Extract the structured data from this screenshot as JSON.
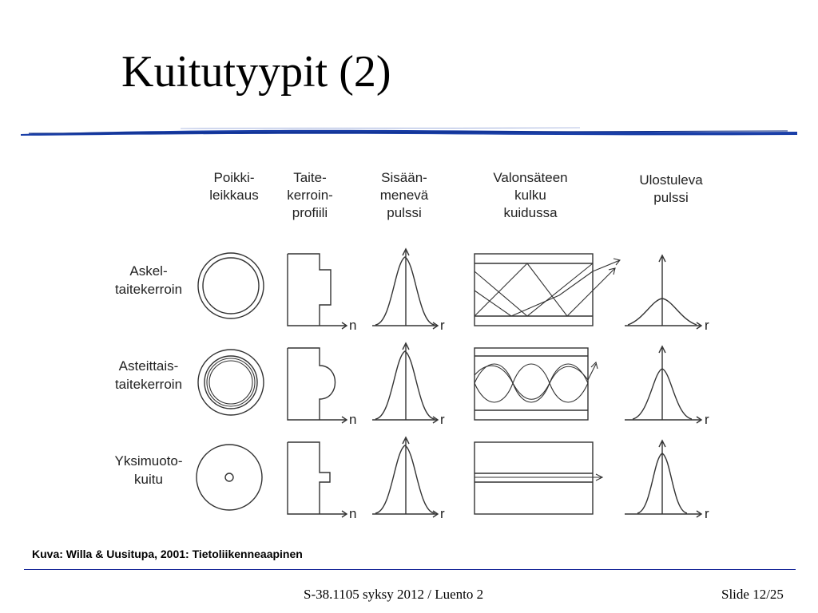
{
  "slide": {
    "title": "Kuitutyypit (2)",
    "caption": "Kuva: Willa & Uusitupa, 2001: Tietoliikenneaapinen",
    "footer_center": "S-38.1105 syksy 2012 / Luento 2",
    "footer_right": "Slide 12/25",
    "accent_color": "#1a3fa8"
  },
  "figure": {
    "columns": [
      {
        "lines": [
          "Poikki-",
          "leikkaus"
        ]
      },
      {
        "lines": [
          "Taite-",
          "kerroin-",
          "profiili"
        ]
      },
      {
        "lines": [
          "Sisään-",
          "menevä",
          "pulssi"
        ]
      },
      {
        "lines": [
          "Valonsäteen",
          "kulku",
          "kuidussa"
        ]
      },
      {
        "lines": [
          "Ulostuleva",
          "pulssi"
        ]
      }
    ],
    "rows": [
      {
        "lines": [
          "Askel-",
          "taitekerroin"
        ]
      },
      {
        "lines": [
          "Asteittais-",
          "taitekerroin"
        ]
      },
      {
        "lines": [
          "Yksimuoto-",
          "kuitu"
        ]
      }
    ],
    "axis_labels": {
      "n": "n",
      "r": "r"
    }
  }
}
